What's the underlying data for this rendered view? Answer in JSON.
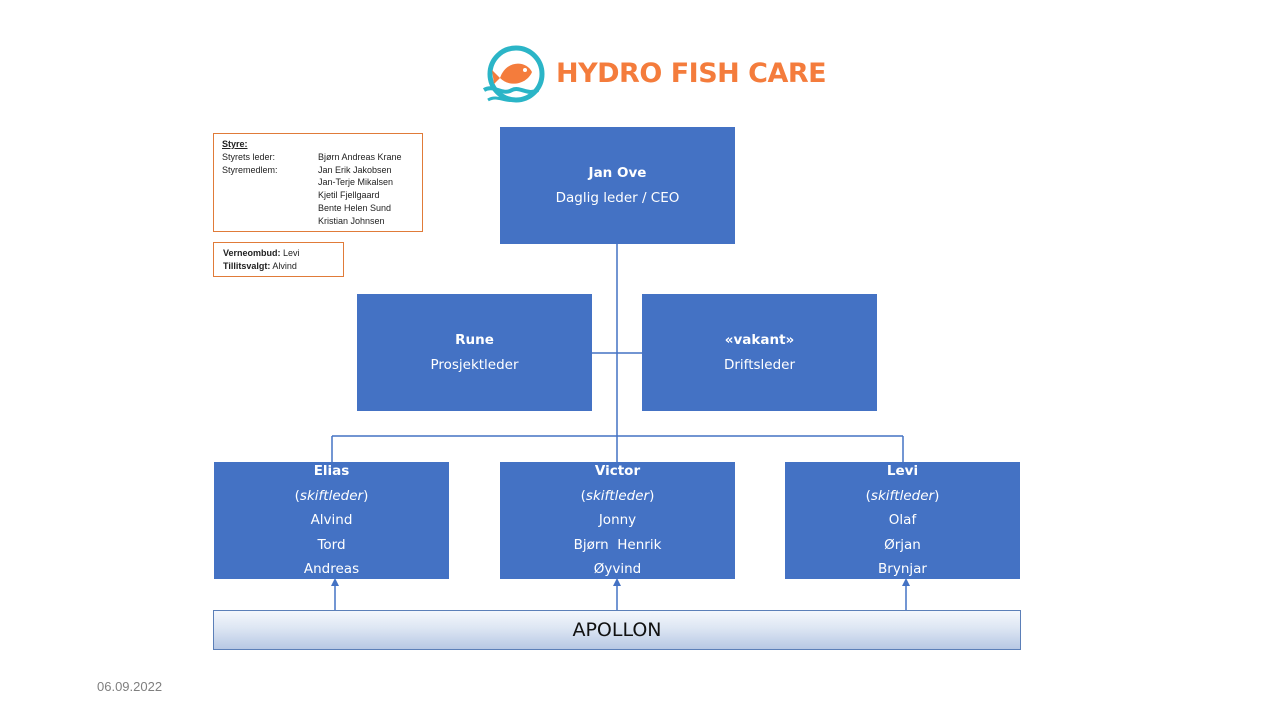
{
  "logo": {
    "text": "HYDRO FISH CARE",
    "brand_color": "#f47c3c",
    "ring_color": "#2bb5c7"
  },
  "board": {
    "title": "Styre:",
    "rows": [
      {
        "role": "Styrets leder:",
        "name": "Bjørn Andreas Krane"
      },
      {
        "role": "Styremedlem:",
        "name": "Jan Erik Jakobsen"
      },
      {
        "role": "",
        "name": "Jan-Terje Mikalsen"
      },
      {
        "role": "",
        "name": "Kjetil Fjellgaard"
      },
      {
        "role": "",
        "name": "Bente Helen Sund"
      },
      {
        "role": "",
        "name": "Kristian Johnsen"
      }
    ]
  },
  "safety": {
    "verneombud_label": "Verneombud:",
    "verneombud_name": "Levi",
    "tillitsvalgt_label": "Tillitsvalgt:",
    "tillitsvalgt_name": "Alvind"
  },
  "ceo": {
    "name": "Jan Ove",
    "title": "Daglig leder / CEO"
  },
  "managers": [
    {
      "name": "Rune",
      "title": "Prosjektleder"
    },
    {
      "name": "«vakant»",
      "title": "Driftsleder"
    }
  ],
  "shifts": [
    {
      "lead": "Elias",
      "role": "skiftleder",
      "members": [
        "Alvind",
        "Tord",
        "Andreas"
      ]
    },
    {
      "lead": "Victor",
      "role": "skiftleder",
      "members": [
        "Jonny",
        "Bjørn  Henrik",
        "Øyvind"
      ]
    },
    {
      "lead": "Levi",
      "role": "skiftleder",
      "members": [
        "Olaf",
        "Ørjan",
        "Brynjar"
      ]
    }
  ],
  "apollon": {
    "label": "APOLLON"
  },
  "date": "06.09.2022",
  "colors": {
    "box_fill": "#4472c4",
    "connector": "#4472c4",
    "frame_border": "#e07b39"
  }
}
